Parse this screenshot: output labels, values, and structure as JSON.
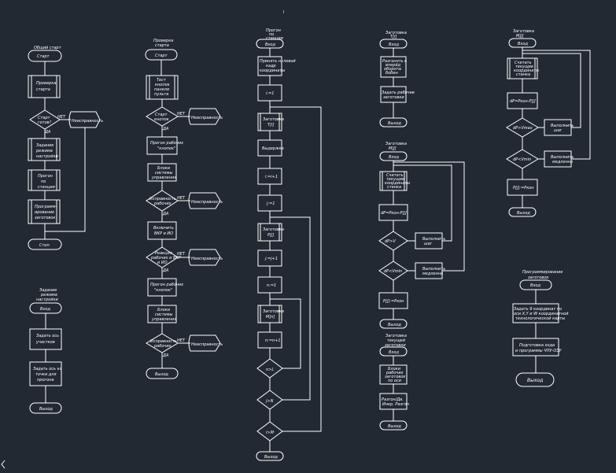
{
  "diagram": {
    "cursor_mark": "I",
    "colors": {
      "background": "#222933",
      "stroke": "#ffffff",
      "text": "#ffffff"
    },
    "col1": {
      "title": "Общий старт",
      "start": "Старт",
      "b1": [
        "Проверка",
        "старта"
      ],
      "d1": [
        "Старт",
        "готов?"
      ],
      "yes": "ДА",
      "no": "НЕТ",
      "fault": "Неисправность",
      "b2": [
        "Задание",
        "режима",
        "настройки"
      ],
      "b3": [
        "Прогон",
        "по",
        "станции"
      ],
      "b4": [
        "Программ-",
        "ирование",
        "заготовок"
      ],
      "stop": "Стоп"
    },
    "col1b": {
      "title": [
        "Задание",
        "режима",
        "настройки"
      ],
      "enter": "Вход",
      "b1": [
        "Задать ось",
        "участков"
      ],
      "b2": [
        "Задать ось ка",
        "точки для",
        "прогона"
      ],
      "exit": "Выход"
    },
    "col2": {
      "title": [
        "Проверка",
        "старта"
      ],
      "start": "Старт",
      "b1": [
        "Тест",
        "кнопок",
        "панели",
        "пульта"
      ],
      "d1": [
        "Старт",
        "кнопок"
      ],
      "no": "НЕТ",
      "yes": "ДА",
      "fault": "Неисправность",
      "b2": [
        "Прогон рабочих",
        "\"кнопок\""
      ],
      "b3": [
        "Блоки",
        "системы",
        "управления"
      ],
      "d2": [
        "Исправность",
        "рабочих"
      ],
      "b4": [
        "Включить",
        "ВКР и ИО"
      ],
      "d3": [
        "Реакция",
        "рабочих и ВКР",
        "и ИО"
      ],
      "b5": [
        "Прогон рабочих",
        "\"кнопок\""
      ],
      "b6": [
        "Блоки",
        "системы",
        "управления"
      ],
      "d4": [
        "Исправность",
        "рабочих"
      ],
      "exit": "Выход"
    },
    "col3": {
      "title": [
        "Прогон",
        "по",
        "станции"
      ],
      "enter": "Вход",
      "b1": [
        "Принять нулевой",
        "кадр",
        "координаты"
      ],
      "b2": "i:=1",
      "b3": [
        "Заготовка",
        "T[i]"
      ],
      "b4": "Выдержка",
      "b5": "i:=i+1",
      "b6": "j:=1",
      "b7": [
        "Заготовка",
        "P[j]"
      ],
      "b8": "j:=j+1",
      "b9": "n:=1",
      "b10": [
        "Заготовка",
        "M[n]"
      ],
      "b11": "n:=n+1",
      "d1": "n>L",
      "d2": "j>N",
      "d3": "i>M",
      "exit": "Выход"
    },
    "col4": {
      "t1": [
        "Заготовка",
        "T[i]"
      ],
      "enter": "Вход",
      "b1": [
        "Разгонять в",
        "вперёд",
        "обороты",
        "бобин"
      ],
      "b2": [
        "Задать рабочие",
        "заготовки"
      ],
      "exit": "Выход",
      "t2": [
        "Заготовка",
        "M[j]"
      ],
      "enter2": "Вход",
      "b3": [
        "Считать",
        "текущие",
        "координаты",
        "станка"
      ],
      "b4": "dP=Pкон-P[j]",
      "d1": "dP>V",
      "b5": [
        "Выполнить",
        "шаг"
      ],
      "d2": "dP<Vmin",
      "b6": [
        "Выполнить",
        "медленно"
      ],
      "b7": "P[j]:=Pкон",
      "exit2": "Выход",
      "t3": [
        "Заготовка",
        "текущей",
        "заготовки"
      ],
      "enter3": "Вход",
      "b8": [
        "Блоки",
        "рабочих",
        "заготовок",
        "по оси"
      ],
      "b9": [
        "Разгон/Дв.",
        "Инкр. Разгон"
      ],
      "exit3": "Выход"
    },
    "col5": {
      "t1": [
        "Заготовка",
        "M[j]"
      ],
      "enter": "Вход",
      "b1": [
        "Считать",
        "текущие",
        "координаты",
        "станка"
      ],
      "b2": "dP=Pкон-P[j]",
      "d1": "dP>Vmax",
      "b3": [
        "Выполнить",
        "шаг"
      ],
      "d2": "dP<Vmin",
      "b4": [
        "Выполнить",
        "медленно"
      ],
      "b5": "P[j]:=Pкон",
      "exit": "Выход",
      "t2": [
        "Программирование",
        "заготовок"
      ],
      "enter2": "Вход",
      "b6": [
        "Задать 9 координат по",
        "оси X,Y и W координатной",
        "технологической карты"
      ],
      "b7": [
        "Подготовка хода",
        "и программы ЧПУ-ОЗУ"
      ],
      "exit2": "Выход"
    }
  }
}
